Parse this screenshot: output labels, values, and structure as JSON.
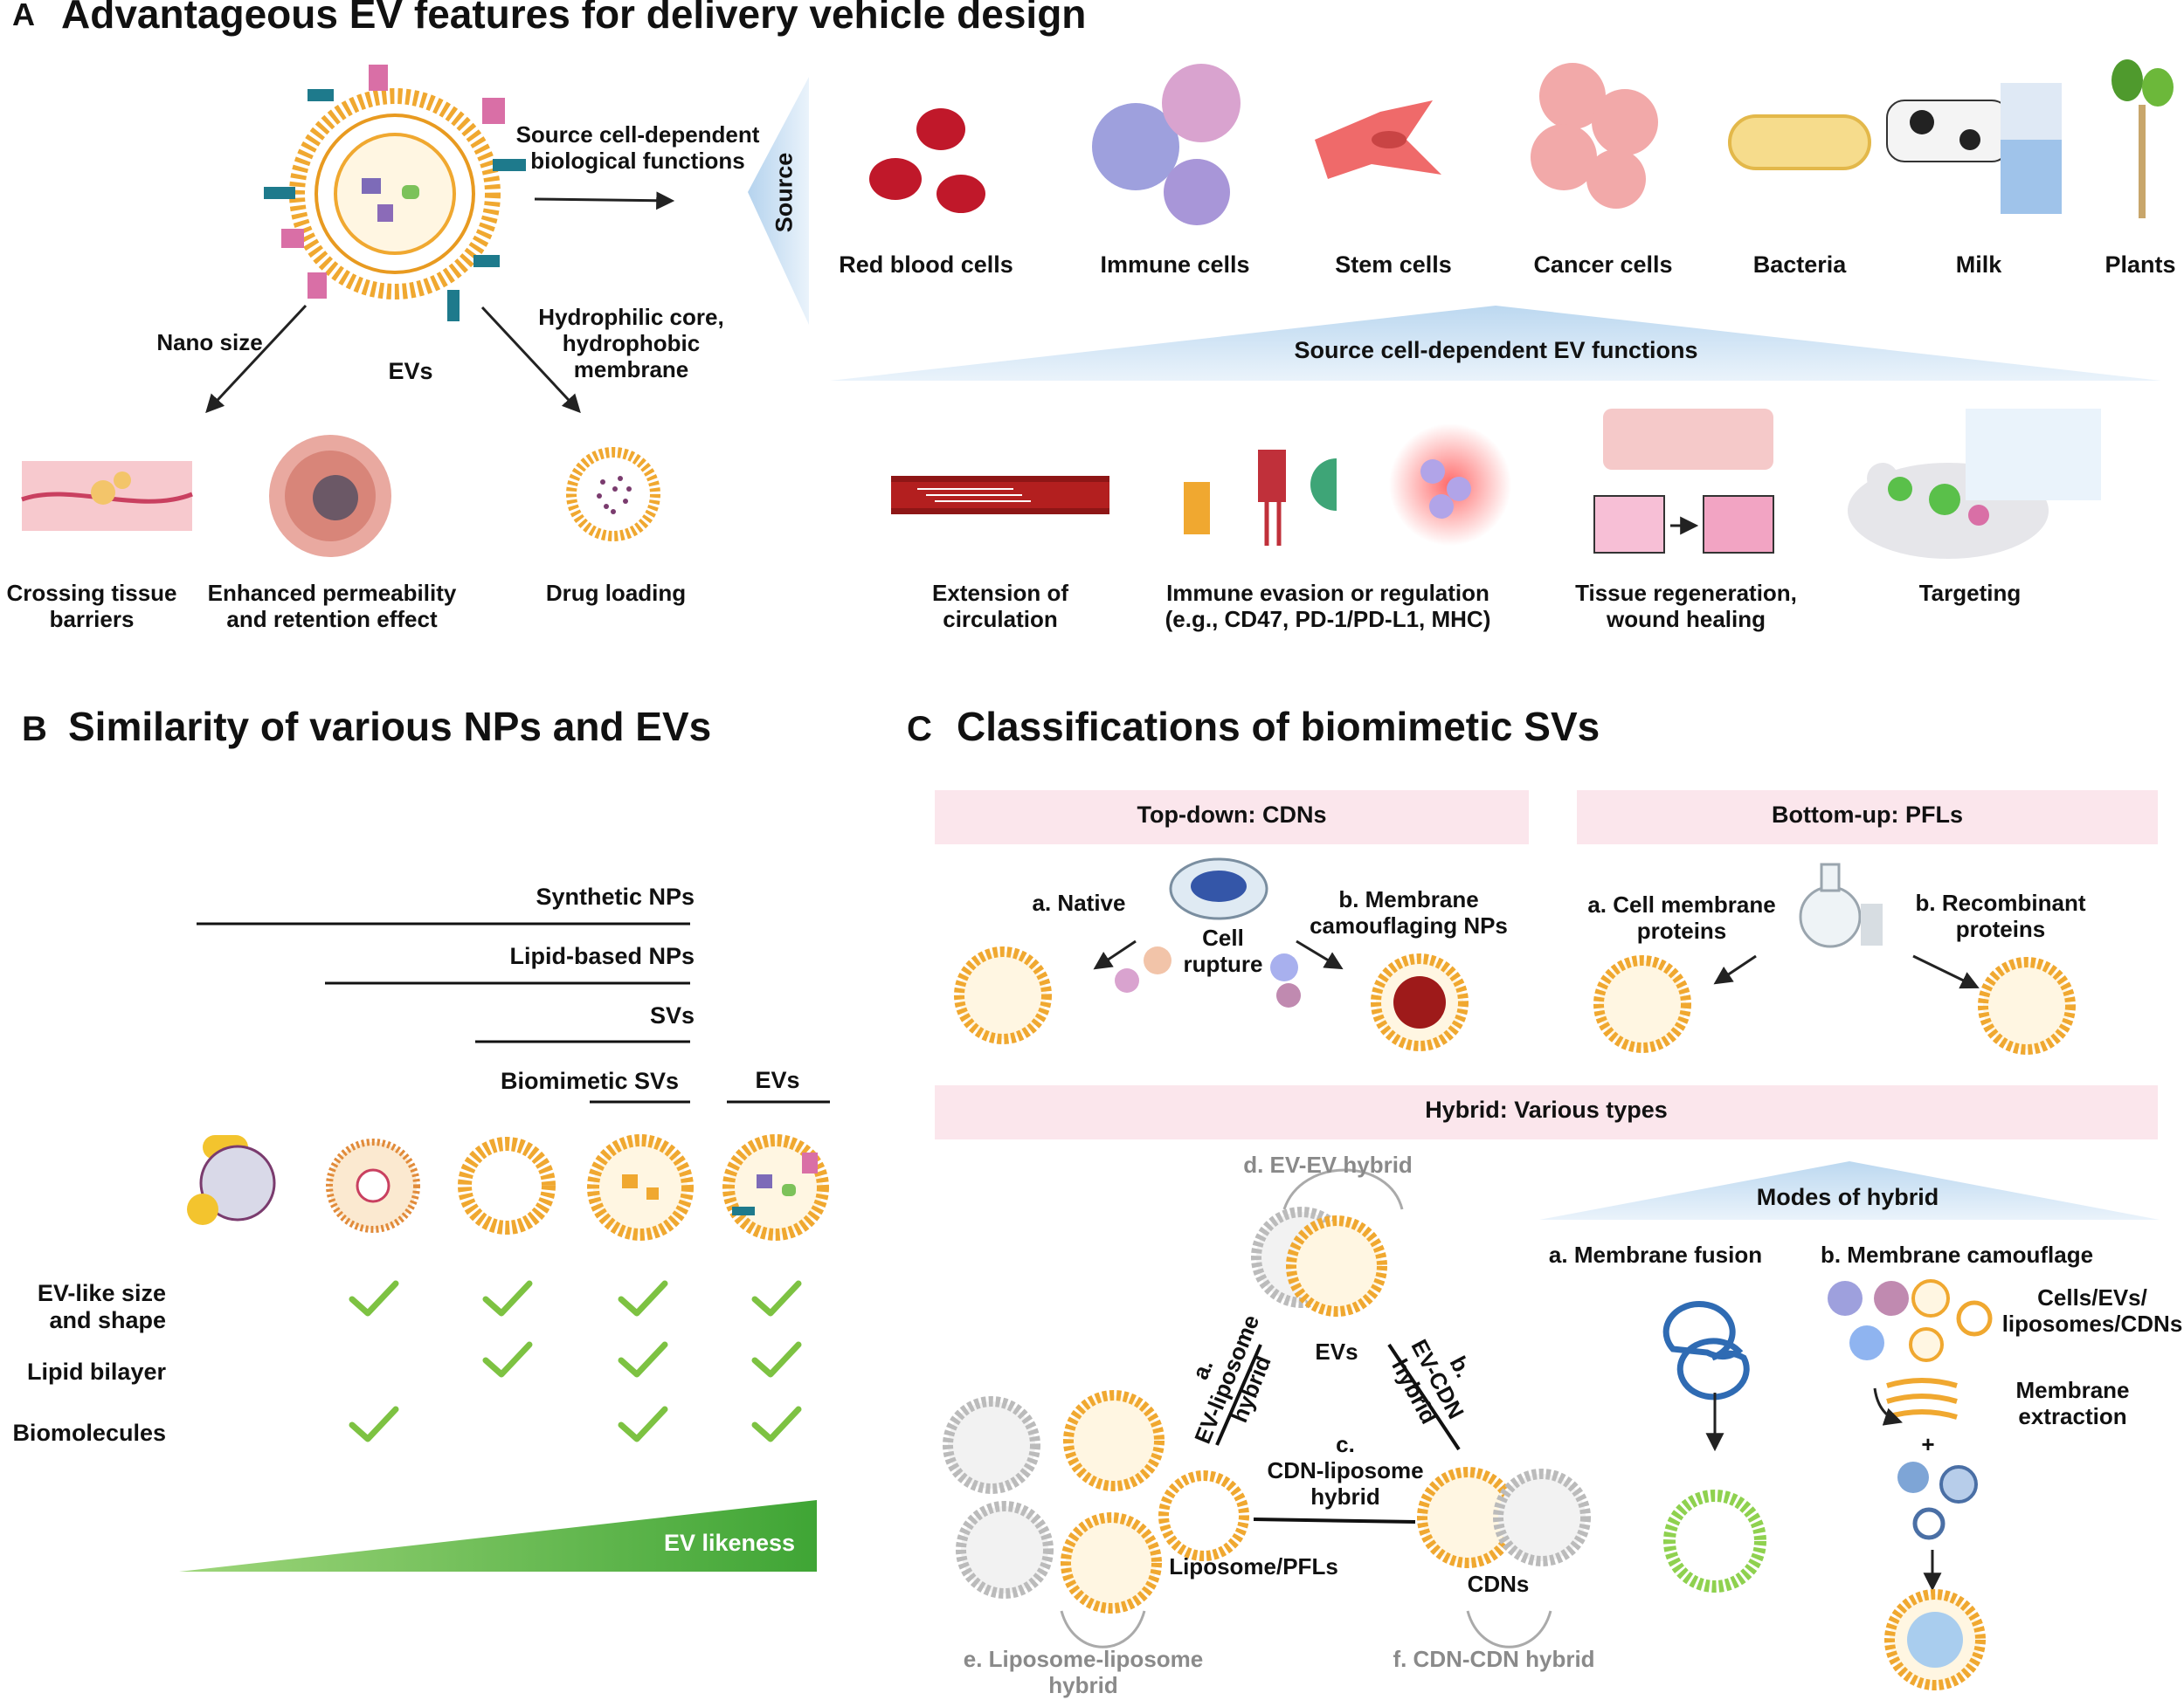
{
  "panel_a": {
    "letter": "A",
    "title": "Advantageous EV features for delivery vehicle design",
    "ev_label": "EVs",
    "arrow_source_label": "Source cell-dependent\nbiological functions",
    "arrow_nano_label": "Nano size",
    "arrow_core_label": "Hydrophilic core,\nhydrophobic\nmembrane",
    "source_label": "Source",
    "sources": [
      "Red blood cells",
      "Immune cells",
      "Stem cells",
      "Cancer cells",
      "Bacteria",
      "Milk",
      "Plants"
    ],
    "ev_functions_title": "Source cell-dependent EV functions",
    "features": [
      "Crossing tissue\nbarriers",
      "Enhanced permeability\nand retention effect",
      "Drug loading"
    ],
    "functions": [
      "Extension of\ncirculation",
      "Immune evasion or regulation\n(e.g., CD47, PD-1/PD-L1, MHC)",
      "Tissue regeneration,\nwound healing",
      "Targeting"
    ]
  },
  "panel_b": {
    "letter": "B",
    "title": "Similarity of various NPs and EVs",
    "categories": [
      "Synthetic NPs",
      "Lipid-based NPs",
      "SVs",
      "Biomimetic SVs",
      "EVs"
    ],
    "rows": [
      {
        "label": "EV-like size\nand shape",
        "checks": [
          false,
          true,
          true,
          true,
          true
        ]
      },
      {
        "label": "Lipid bilayer",
        "checks": [
          false,
          false,
          true,
          true,
          true
        ]
      },
      {
        "label": "Biomolecules",
        "checks": [
          false,
          true,
          false,
          true,
          true
        ]
      }
    ],
    "gradient_label": "EV likeness",
    "colors": {
      "check": "#7dc242",
      "gradient": "#3fa535"
    }
  },
  "panel_c": {
    "letter": "C",
    "title": "Classifications of biomimetic SVs",
    "topdown_title": "Top-down: CDNs",
    "topdown_a": "a. Native",
    "topdown_center": "Cell\nrupture",
    "topdown_b": "b. Membrane\ncamouflaging NPs",
    "bottomup_title": "Bottom-up: PFLs",
    "bottomup_a": "a. Cell membrane\nproteins",
    "bottomup_b": "b. Recombinant\nproteins",
    "hybrid_title": "Hybrid: Various types",
    "hybrid_ev": "EVs",
    "hybrid_liposome": "Liposome/PFLs",
    "hybrid_cdn": "CDNs",
    "hybrid_a": "a.\nEV-liposome\nhybrid",
    "hybrid_b": "b.\nEV-CDN\nhybrid",
    "hybrid_c": "c.\nCDN-liposome\nhybrid",
    "hybrid_d": "d. EV-EV hybrid",
    "hybrid_e": "e. Liposome-liposome hybrid",
    "hybrid_f": "f. CDN-CDN hybrid",
    "modes_title": "Modes of hybrid",
    "mode_a": "a. Membrane fusion",
    "mode_b": "b. Membrane camouflage",
    "mode_b_cells": "Cells/EVs/\nliposomes/CDNs",
    "mode_b_extraction": "Membrane\nextraction",
    "mode_b_plus": "+"
  }
}
